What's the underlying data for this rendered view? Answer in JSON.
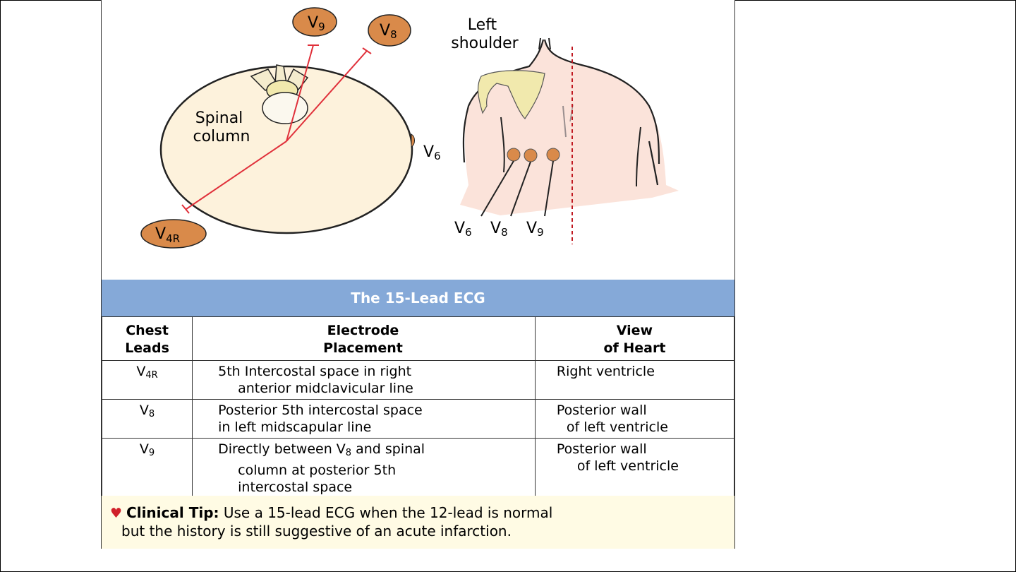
{
  "figure": {
    "labels": {
      "v9": "V",
      "v9_sub": "9",
      "v8": "V",
      "v8_sub": "8",
      "v4r": "V",
      "v4r_sub": "4R",
      "v6": "V",
      "v6_sub": "6",
      "spinal_line1": "Spinal",
      "spinal_line2": "column",
      "left_line1": "Left",
      "left_line2": "shoulder",
      "back_v6": "V",
      "back_v6_sub": "6",
      "back_v8": "V",
      "back_v8_sub": "8",
      "back_v9": "V",
      "back_v9_sub": "9"
    },
    "colors": {
      "electrode": "#d98a4a",
      "chest": "#fdf2dc",
      "skin": "#fbe3da",
      "line": "#e0303a",
      "bone": "#f1e9ad"
    }
  },
  "table": {
    "title": "The 15-Lead ECG",
    "headers": {
      "col1_line1": "Chest",
      "col1_line2": "Leads",
      "col2_line1": "Electrode",
      "col2_line2": "Placement",
      "col3_line1": "View",
      "col3_line2": "of Heart"
    },
    "rows": [
      {
        "lead": "V",
        "lead_sub": "4R",
        "placement_line1": "5th Intercostal space in right",
        "placement_line2": "anterior midclavicular line",
        "view_line1": "Right ventricle",
        "view_line2": ""
      },
      {
        "lead": "V",
        "lead_sub": "8",
        "placement_line1": "Posterior 5th intercostal space",
        "placement_line2": "in left midscapular line",
        "view_line1": "Posterior wall",
        "view_line2": "of left ventricle"
      },
      {
        "lead": "V",
        "lead_sub": "9",
        "placement_line1a": "Directly between V",
        "placement_line1_sub": "8",
        "placement_line1b": " and spinal",
        "placement_line2": "column at posterior 5th",
        "placement_line3": "intercostal space",
        "view_line1": "Posterior wall",
        "view_line2": "of left ventricle"
      }
    ]
  },
  "tip": {
    "heading": "Clinical Tip:",
    "text_line1": " Use a 15-lead ECG when the 12-lead is normal",
    "text_line2": "but the history is still suggestive of an acute infarction."
  }
}
